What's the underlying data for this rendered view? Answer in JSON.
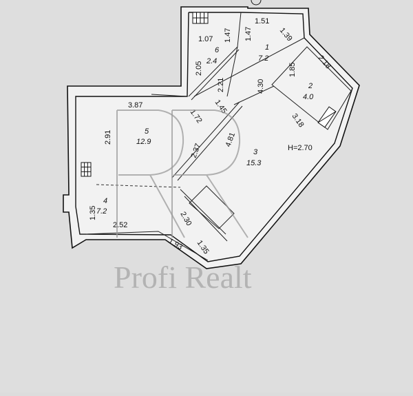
{
  "plan": {
    "rooms": [
      {
        "number": "1",
        "area": "7.2"
      },
      {
        "number": "2",
        "area": "4.0"
      },
      {
        "number": "3",
        "area": "15.3"
      },
      {
        "number": "4",
        "area": "7.2"
      },
      {
        "number": "5",
        "area": "12.9"
      },
      {
        "number": "6",
        "area": "2.4"
      }
    ],
    "ceiling_height": "H=2.70",
    "dimensions": [
      "1.51",
      "1.39",
      "1.47",
      "1.47",
      "1.07",
      "2.05",
      "2.21",
      "1.85",
      "2.18",
      "4.30",
      "3.87",
      "1.72",
      "1.45",
      "3.18",
      "2.91",
      "2.37",
      "4.81",
      "2.30",
      "1.35",
      "2.52",
      "1.93",
      "1.35"
    ],
    "icons": [
      "radiator-icon",
      "radiator-icon",
      "stove-icon"
    ]
  },
  "watermark": {
    "text": "Profi Realt",
    "logo": "PR"
  }
}
